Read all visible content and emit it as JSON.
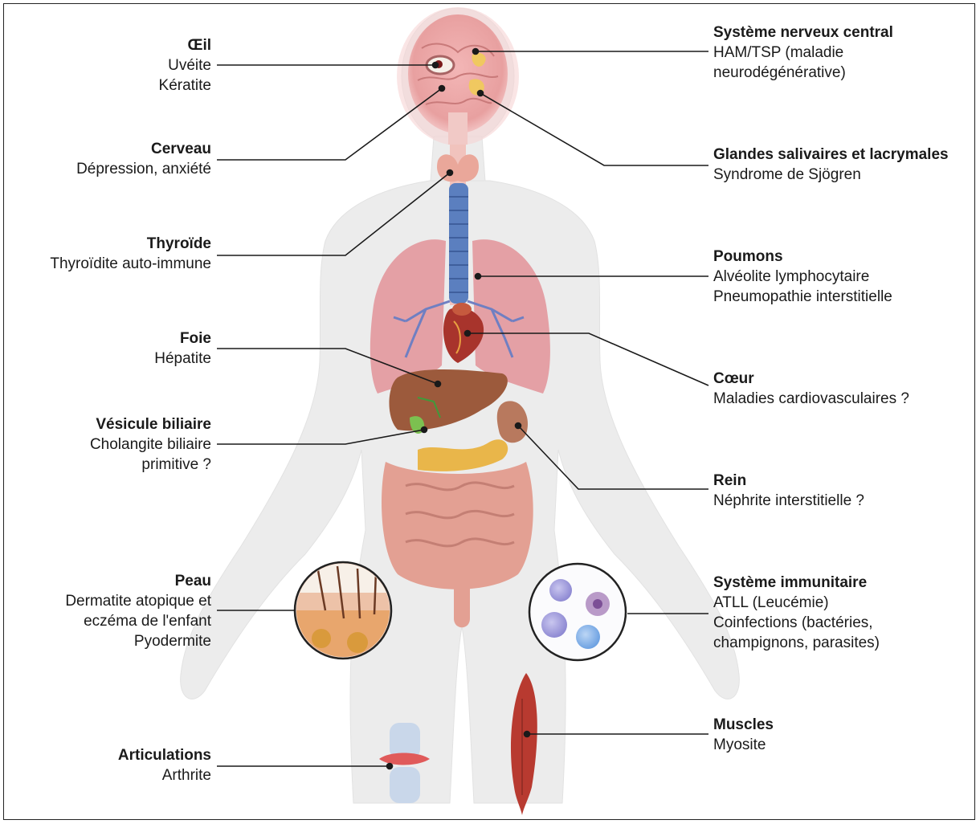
{
  "labels": {
    "oeil": {
      "title": "Œil",
      "lines": [
        "Uvéite",
        "Kératite"
      ]
    },
    "cerveau": {
      "title": "Cerveau",
      "lines": [
        "Dépression, anxiété"
      ]
    },
    "thyroide": {
      "title": "Thyroïde",
      "lines": [
        "Thyroïdite auto-immune"
      ]
    },
    "foie": {
      "title": "Foie",
      "lines": [
        "Hépatite"
      ]
    },
    "vesicule": {
      "title": "Vésicule biliaire",
      "lines": [
        "Cholangite biliaire",
        "primitive ?"
      ]
    },
    "peau": {
      "title": "Peau",
      "lines": [
        "Dermatite atopique et",
        "eczéma de l'enfant",
        "Pyodermite"
      ]
    },
    "articulations": {
      "title": "Articulations",
      "lines": [
        "Arthrite"
      ]
    },
    "snc": {
      "title": "Système nerveux central",
      "lines": [
        "HAM/TSP (maladie",
        "neurodégénérative)"
      ]
    },
    "glandes": {
      "title": "Glandes salivaires et lacrymales",
      "lines": [
        "Syndrome de Sjögren"
      ]
    },
    "poumons": {
      "title": "Poumons",
      "lines": [
        "Alvéolite lymphocytaire",
        "Pneumopathie interstitielle"
      ]
    },
    "coeur": {
      "title": "Cœur",
      "lines": [
        "Maladies cardiovasculaires ?"
      ]
    },
    "rein": {
      "title": "Rein",
      "lines": [
        "Néphrite interstitielle ?"
      ]
    },
    "immunitaire": {
      "title": "Système immunitaire",
      "lines": [
        "ATLL (Leucémie)",
        "Coinfections (bactéries,",
        "champignons, parasites)"
      ]
    },
    "muscles": {
      "title": "Muscles",
      "lines": [
        "Myosite"
      ]
    }
  },
  "colors": {
    "body_silhouette": "#ededed",
    "brain": "#e9a3a3",
    "lung": "#e6a1a6",
    "trachea": "#5c7fb8",
    "liver": "#9c5a3c",
    "intestine": "#e8a49a",
    "pancreas": "#e8b54c",
    "leader_line": "#1a1a1a"
  }
}
